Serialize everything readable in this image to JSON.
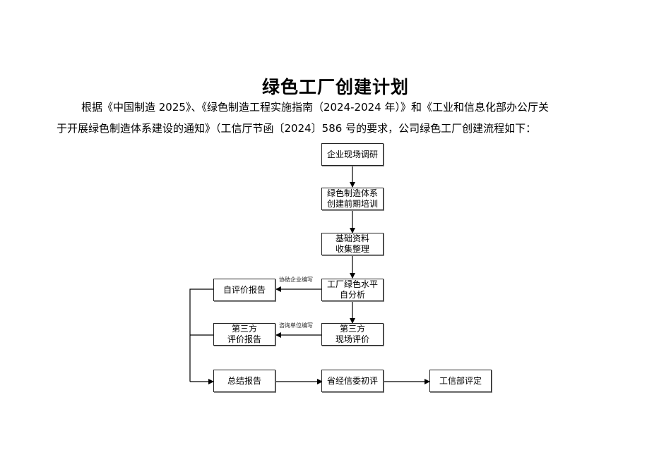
{
  "document": {
    "title": "绿色工厂创建计划",
    "paragraph_line1": "根据《中国制造 2025》、《绿色制造工程实施指南（2024-2024 年）》和《工业和信息化部办公厅关",
    "paragraph_line2": "于开展绿色制造体系建设的通知》（工信厅节函〔2024〕586 号的要求，公司绿色工厂创建流程如下："
  },
  "flowchart": {
    "nodes": {
      "site_survey": [
        "企业现场调研"
      ],
      "training": [
        "绿色制造体系",
        "创建前期培训"
      ],
      "data_collection": [
        "基础资料",
        "收集整理"
      ],
      "self_analysis": [
        "工厂绿色水平",
        "自分析"
      ],
      "third_party_onsite": [
        "第三方",
        "现场评价"
      ],
      "self_eval_report": [
        "自评价报告"
      ],
      "third_party_report": [
        "第三方",
        "评价报告"
      ],
      "summary_report": [
        "总结报告"
      ],
      "provincial_review": [
        "省经信委初评"
      ],
      "ministry_review": [
        "工信部评定"
      ]
    },
    "annotations": {
      "assist_company": "协助企业编写",
      "consulting_unit": "咨询单位编写"
    }
  }
}
